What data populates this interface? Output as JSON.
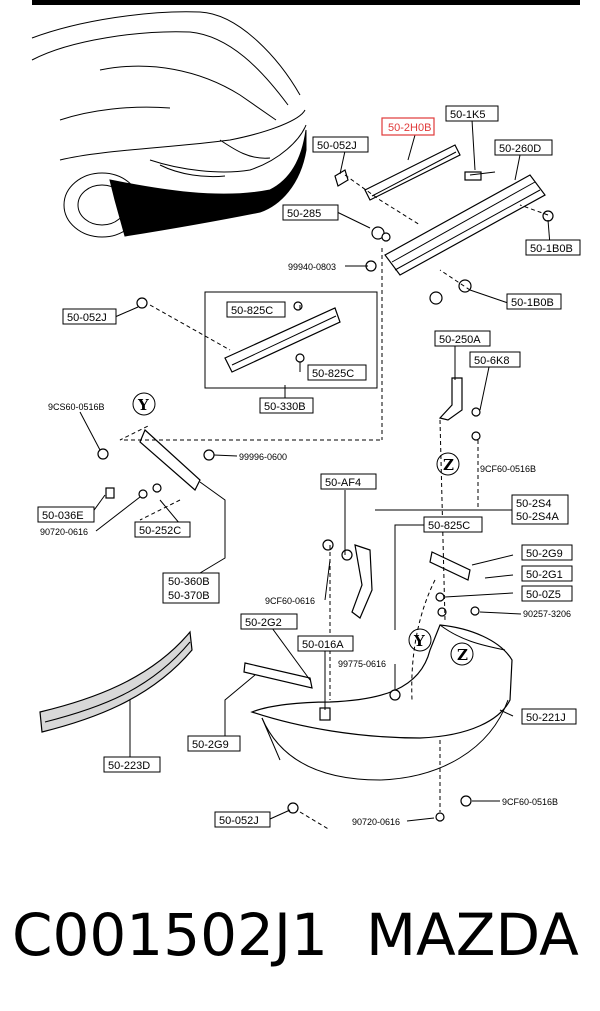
{
  "labels": {
    "l1": "50-2H0B",
    "l2": "50-1K5",
    "l3": "50-052J",
    "l4": "50-260D",
    "l5": "50-285",
    "l6": "50-1B0B",
    "l7": "50-1B0B",
    "l8": "50-052J",
    "l9": "50-825C",
    "l10": "50-825C",
    "l11": "50-330B",
    "l12": "50-250A",
    "l13": "50-6K8",
    "l14": "50-036E",
    "l15": "50-252C",
    "l16": "50-360B",
    "l17": "50-370B",
    "l18": "50-AF4",
    "l19": "50-2S4",
    "l20": "50-2S4A",
    "l21": "50-825C",
    "l22": "50-2G9",
    "l23": "50-2G1",
    "l24": "50-0Z5",
    "l25": "50-2G2",
    "l26": "50-016A",
    "l27": "50-221J",
    "l28": "50-2G9",
    "l29": "50-223D",
    "l30": "50-052J"
  },
  "parts": {
    "p1": "99940-0803",
    "p2": "9CS60-0516B",
    "p3": "99996-0600",
    "p4": "90720-0616",
    "p5": "9CF60-0516B",
    "p6": "9CF60-0616",
    "p7": "90257-3206",
    "p8": "99775-0616",
    "p9": "9CF60-0516B",
    "p10": "90720-0616"
  },
  "callouts": {
    "y1": "Y",
    "y2": "Y",
    "z1": "Z",
    "z2": "Z"
  },
  "footer": {
    "code": "C001502J1",
    "brand": "MAZDA"
  },
  "colors": {
    "highlight": "#e03a3a",
    "line": "#000000"
  }
}
